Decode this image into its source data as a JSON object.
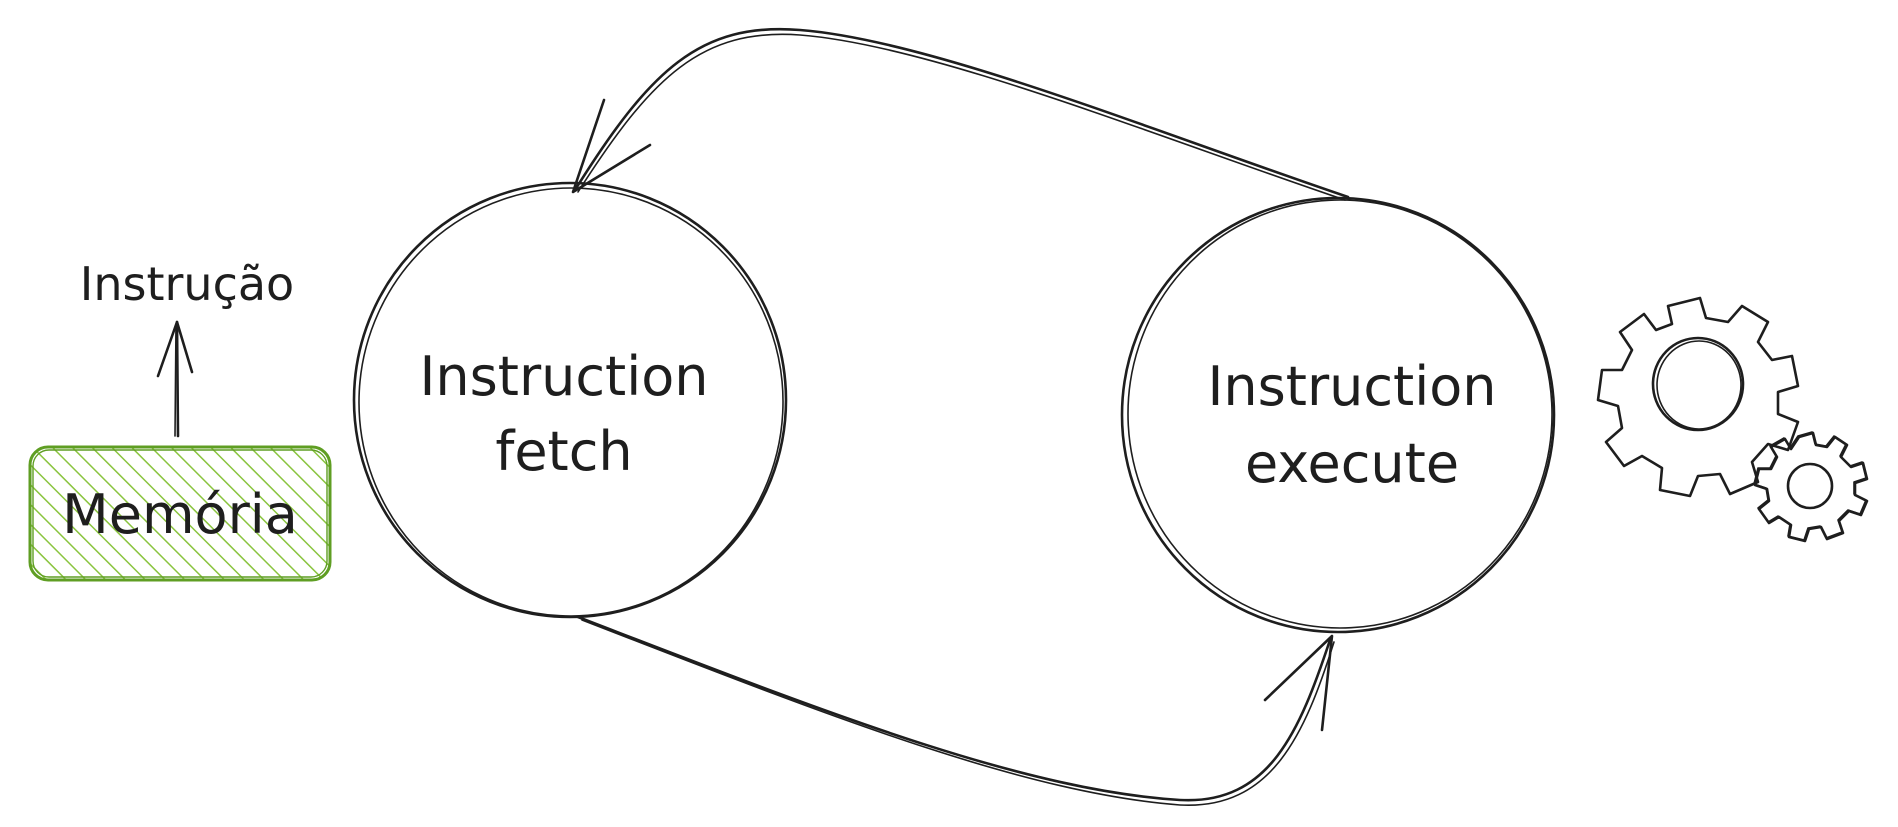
{
  "memory_box": {
    "label": "Memória",
    "fill_color": "#8ac43f",
    "stroke_color": "#5f9e23"
  },
  "instruction_label": "Instrução",
  "fetch_node": {
    "line1": "Instruction",
    "line2": "fetch"
  },
  "execute_node": {
    "line1": "Instruction",
    "line2": "execute"
  },
  "gears_icon": "gears-icon"
}
